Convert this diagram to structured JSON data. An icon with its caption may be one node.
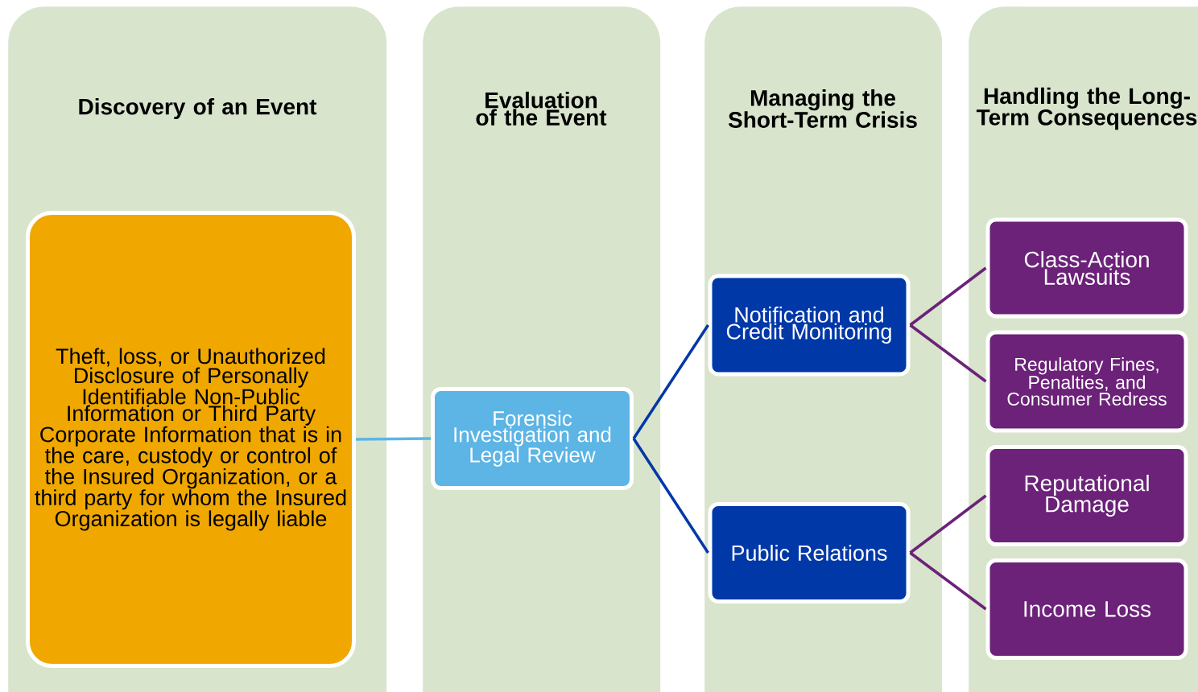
{
  "diagram": {
    "nodes": [
      {
        "text": [
          "Discovery of an Event"
        ]
      },
      {
        "text": [
          "Theft, loss, or Unauthorized Disclosure of Personally Identifiable Non-Public Information or Third Party Corporate Information that is in the care, custody or control of the Insured Organization, or a third party for whom the Insured Organization is legally liable"
        ],
        "in": 0
      },
      {
        "text": [
          "Evaluation of the Event"
        ]
      },
      {
        "text": [
          "Forensic Investigation and Legal Review"
        ],
        "in": 2
      },
      {
        "text": [
          "Managing the Short-Term Crisis"
        ]
      },
      {
        "text": [
          "Notification and Credit Monitoring"
        ],
        "in": 4
      },
      {
        "text": [
          "Public Relations"
        ],
        "in": 4
      },
      {
        "text": [
          "Handling the Long-Term Consequences"
        ]
      },
      {
        "text": [
          "Class-Action Lawsuits"
        ],
        "in": 7
      },
      {
        "text": [
          "Regulatory Fines, Penalties, and Consumer Redress"
        ],
        "in": 7
      },
      {
        "text": [
          "Reputational Damage"
        ],
        "in": 7
      },
      {
        "text": [
          "Income Loss"
        ],
        "in": 7
      }
    ],
    "edges": [
      {
        "from": 1,
        "to": 3,
        "arrow": "none",
        "color": "#5db5e5"
      },
      {
        "from": 3,
        "to": 5,
        "arrow": "none",
        "color": "#0038a8"
      },
      {
        "from": 3,
        "to": 6,
        "arrow": "none",
        "color": "#0038a8"
      },
      {
        "from": 5,
        "to": 8,
        "arrow": "none"
      },
      {
        "from": 5,
        "to": 9,
        "arrow": "none"
      },
      {
        "from": 6,
        "to": 10,
        "arrow": "none"
      },
      {
        "from": 6,
        "to": 11,
        "arrow": "none"
      }
    ]
  }
}
